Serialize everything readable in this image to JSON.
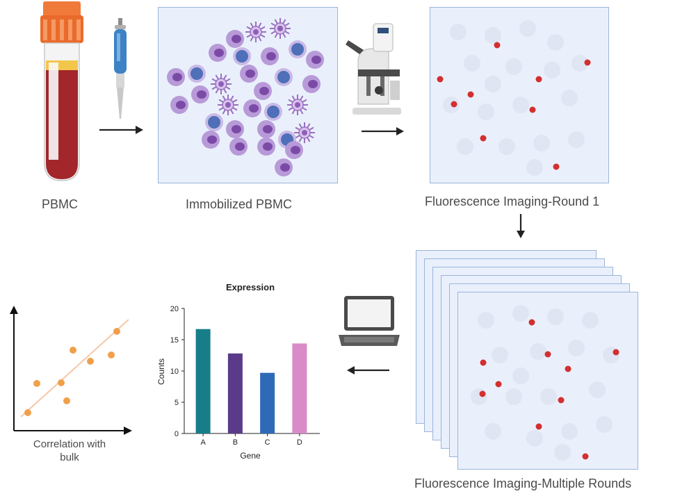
{
  "steps": {
    "pbmc_label": "PBMC",
    "immobilized_label": "Immobilized PBMC",
    "round1_label": "Fluorescence Imaging-Round 1",
    "multi_label": "Fluorescence Imaging-Multiple Rounds",
    "correlation_label_line1": "Correlation with",
    "correlation_label_line2": "bulk"
  },
  "colors": {
    "arrow": "#222222",
    "panel_fill": "#e9f0fb",
    "panel_border": "#9ab4dc",
    "spot": "#d32f2f",
    "cell_purple": "#8e6bb8",
    "cell_blue": "#4f6fb8",
    "scatter_point": "#f0a04b",
    "trend_line": "#f6c7a6"
  },
  "icons": [
    "blood-tube-icon",
    "pipette-icon",
    "microscope-icon",
    "laptop-icon"
  ],
  "chart_data": {
    "type": "bar",
    "title": "Expression",
    "xlabel": "Gene",
    "ylabel": "Counts",
    "categories": [
      "A",
      "B",
      "C",
      "D"
    ],
    "values": [
      16.7,
      12.8,
      9.7,
      14.4
    ],
    "bar_colors": [
      "#177e89",
      "#5b3a8a",
      "#2f6ab8",
      "#d98bc8"
    ],
    "ylim": [
      0,
      20
    ],
    "yticks": [
      "0",
      "5",
      "10",
      "15",
      "20"
    ]
  }
}
